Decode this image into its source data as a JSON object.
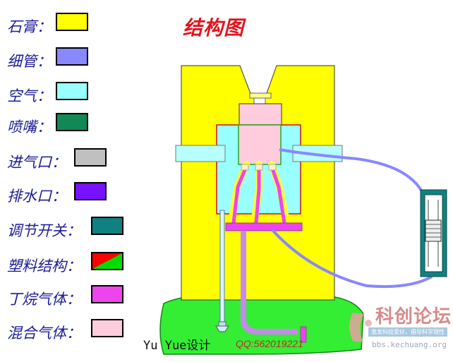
{
  "title": "结构图",
  "legend": [
    {
      "label": "石膏：",
      "color": "#ffff00"
    },
    {
      "label": "细管：",
      "color": "#8888ff"
    },
    {
      "label": "空气：",
      "color": "#99ffff"
    },
    {
      "label": "喷嘴：",
      "color": "#118855"
    },
    {
      "label": "进气口：",
      "color": "#c0c0c0"
    },
    {
      "label": "排水口：",
      "color": "#7711ff"
    },
    {
      "label": "调节开关：",
      "color": "#118080"
    },
    {
      "label": "塑料结构：",
      "color_a": "#ff0000",
      "color_b": "#00dd00"
    },
    {
      "label": "丁烷气体：",
      "color": "#ee44ee"
    },
    {
      "label": "混合气体：",
      "color": "#ffccdd"
    }
  ],
  "credit": "Yu Yue设计",
  "qq": "QQ:562019221",
  "watermark": {
    "name": "科创论坛",
    "slogan": "激发科技爱好，倡导科学理性",
    "url": "bbs.kechuang.org"
  }
}
